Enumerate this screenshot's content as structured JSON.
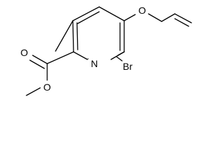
{
  "molecule": {
    "atoms": {
      "ring_nitrogen": "N",
      "bromine": "Br",
      "ether_oxygen": "O",
      "carbonyl_oxygen": "O",
      "ester_oxygen": "O"
    }
  }
}
